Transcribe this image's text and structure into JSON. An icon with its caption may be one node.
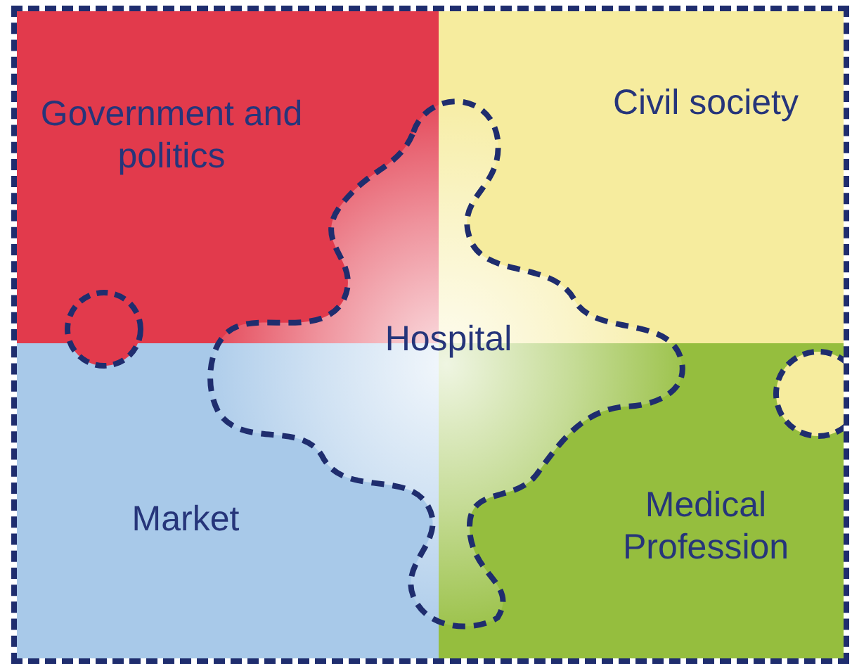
{
  "diagram": {
    "nodes": [
      {
        "text": [
          "Government and politics"
        ]
      },
      {
        "text": [
          "Civil society"
        ]
      },
      {
        "text": [
          "Hospital"
        ]
      },
      {
        "text": [
          "Market"
        ]
      },
      {
        "text": [
          "Medical Profession"
        ]
      }
    ]
  }
}
